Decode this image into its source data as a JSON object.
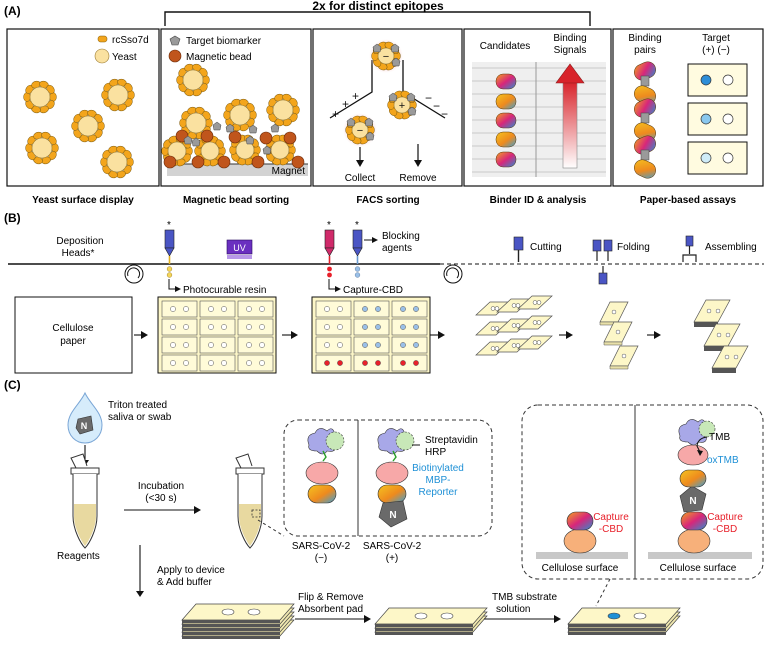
{
  "panel_a": {
    "label": "(A)",
    "bracket_title": "2x for distinct epitopes",
    "box1": {
      "legend_rcsso7d": "rcSso7d",
      "legend_yeast": "Yeast",
      "caption": "Yeast surface display"
    },
    "box2": {
      "legend_target": "Target biomarker",
      "legend_bead": "Magnetic bead",
      "magnet": "Magnet",
      "caption": "Magnetic bead sorting"
    },
    "box3": {
      "collect": "Collect",
      "remove": "Remove",
      "caption": "FACS sorting"
    },
    "box4": {
      "candidates": "Candidates",
      "binding_line1": "Binding",
      "binding_line2": "Signals",
      "caption": "Binder ID & analysis"
    },
    "box5": {
      "pairs_line1": "Binding",
      "pairs_line2": "pairs",
      "target_line1": "Target",
      "target_line2": "(+)  (−)",
      "caption": "Paper-based assays"
    }
  },
  "panel_b": {
    "label": "(B)",
    "deposition_line1": "Deposition",
    "deposition_line2": "Heads*",
    "uv": "UV",
    "blocking_line1": "Blocking",
    "blocking_line2": "agents",
    "photocurable": "Photocurable resin",
    "capture_cbd": "Capture-CBD",
    "cutting": "Cutting",
    "folding": "Folding",
    "assembling": "Assembling",
    "paper_line1": "Cellulose",
    "paper_line2": "paper",
    "star": "*"
  },
  "panel_c": {
    "label": "(C)",
    "triton_line1": "Triton treated",
    "triton_line2": "saliva or swab",
    "n_label": "N",
    "incubation_line1": "Incubation",
    "incubation_line2": "(<30 s)",
    "reagents": "Reagents",
    "strep_line1": "Streptavidin",
    "strep_line2": "HRP",
    "bio_line1": "Biotinylated",
    "bio_line2": "MBP-",
    "bio_line3": "Reporter",
    "sars_neg_line1": "SARS-CoV-2",
    "sars_neg_line2": "(−)",
    "sars_pos_line1": "SARS-CoV-2",
    "sars_pos_line2": "(+)",
    "apply_line1": "Apply to device",
    "apply_line2": "& Add buffer",
    "flip_line1": "Flip & Remove",
    "flip_line2": "Absorbent pad",
    "tmb_sub_line1": "TMB substrate",
    "tmb_sub_line2": "solution",
    "capture_line1": "Capture",
    "capture_line2": "-CBD",
    "cellulose_surface": "Cellulose surface",
    "tmb": "TMB",
    "oxtmb": "oxTMB"
  },
  "colors": {
    "capture_red": "#e8202a",
    "reporter_blue": "#1e90d6",
    "text": "#1a1a1a"
  }
}
